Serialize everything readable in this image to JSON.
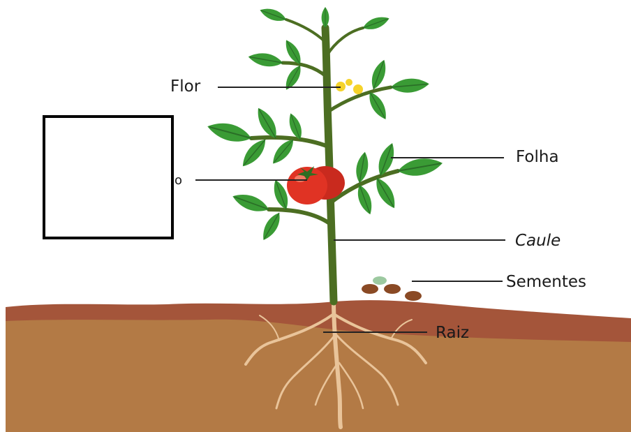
{
  "diagram": {
    "labels": {
      "flor": "Flor",
      "folha": "Folha",
      "caule": "Caule",
      "sementes": "Sementes",
      "raiz": "Raiz",
      "fruto_fragment": "o"
    },
    "colors": {
      "soil_light": "#b37a45",
      "soil_band": "#a4553a",
      "stem": "#4c6e22",
      "leaf": "#3a9b35",
      "leaf_vein": "#2a6e27",
      "tomato": "#e03324",
      "flower": "#f5d32a",
      "root": "#e9c49a",
      "seed": "#8a4a25",
      "seed_sprout": "#9cc9a0",
      "leader_line": "#222222"
    }
  }
}
